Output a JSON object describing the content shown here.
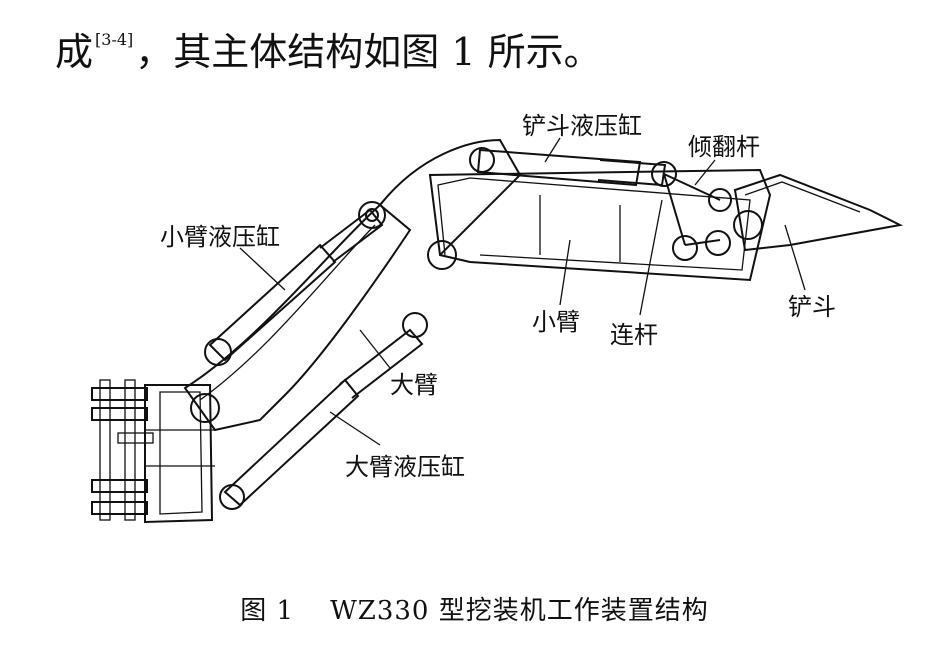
{
  "intro": {
    "text_before": "成",
    "citation": "[3-4]",
    "text_after": "，其主体结构如图 1 所示。"
  },
  "labels": {
    "bucket_cylinder": "铲斗液压缸",
    "tilt_rod": "倾翻杆",
    "stick_cylinder": "小臂液压缸",
    "stick": "小臂",
    "link_rod": "连杆",
    "bucket": "铲斗",
    "boom": "大臂",
    "boom_cylinder": "大臂液压缸"
  },
  "caption": {
    "number": "图 1",
    "title": "WZ330 型挖装机工作装置结构"
  }
}
